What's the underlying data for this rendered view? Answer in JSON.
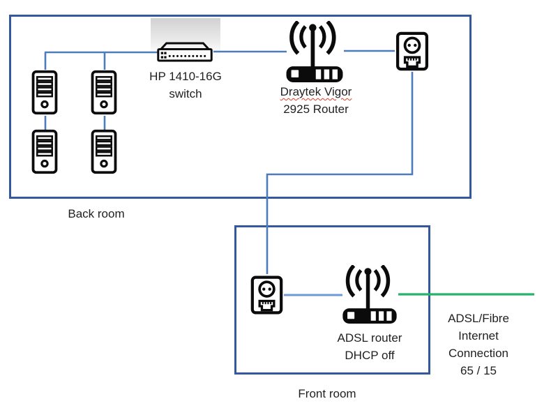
{
  "colors": {
    "room_border": "#33599c",
    "connector": "#4d7cba",
    "connector_light": "#6b99d6",
    "internet_line": "#27b46a",
    "icon": "#0b0b0b",
    "text": "#1f1f1f",
    "spellcheck": "#e03b24"
  },
  "back_room": {
    "label": "Back room",
    "switch": {
      "line1": "HP 1410-16G",
      "line2": "switch"
    },
    "router": {
      "line1": "Draytek Vigor",
      "line2": "2925 Router"
    }
  },
  "front_room": {
    "label": "Front room",
    "router": {
      "line1": "ADSL router",
      "line2": "DHCP off"
    }
  },
  "internet": {
    "line1": "ADSL/Fibre",
    "line2": "Internet",
    "line3": "Connection",
    "line4": "65 / 15"
  }
}
